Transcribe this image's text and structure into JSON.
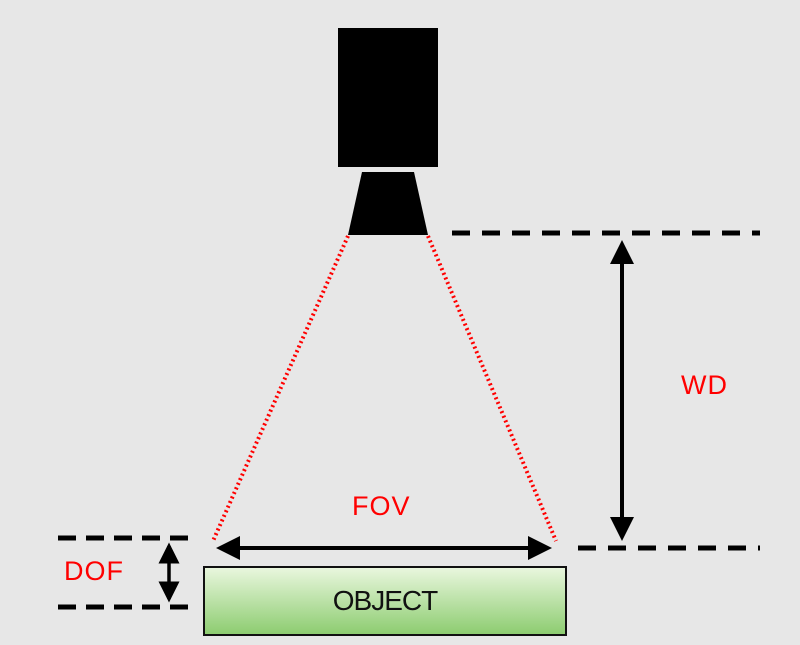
{
  "labels": {
    "working_distance": "WD",
    "field_of_view": "FOV",
    "depth_of_field": "DOF",
    "object": "OBJECT"
  },
  "colors": {
    "background": "#e7e7e7",
    "camera": "#000000",
    "view_cone": "#ff0000",
    "label_text": "#ff0000",
    "object_fill_top": "#eaf7df",
    "object_fill_bottom": "#8ccc6f"
  },
  "icons": {
    "camera": "camera-body-icon",
    "lens": "lens-icon"
  }
}
